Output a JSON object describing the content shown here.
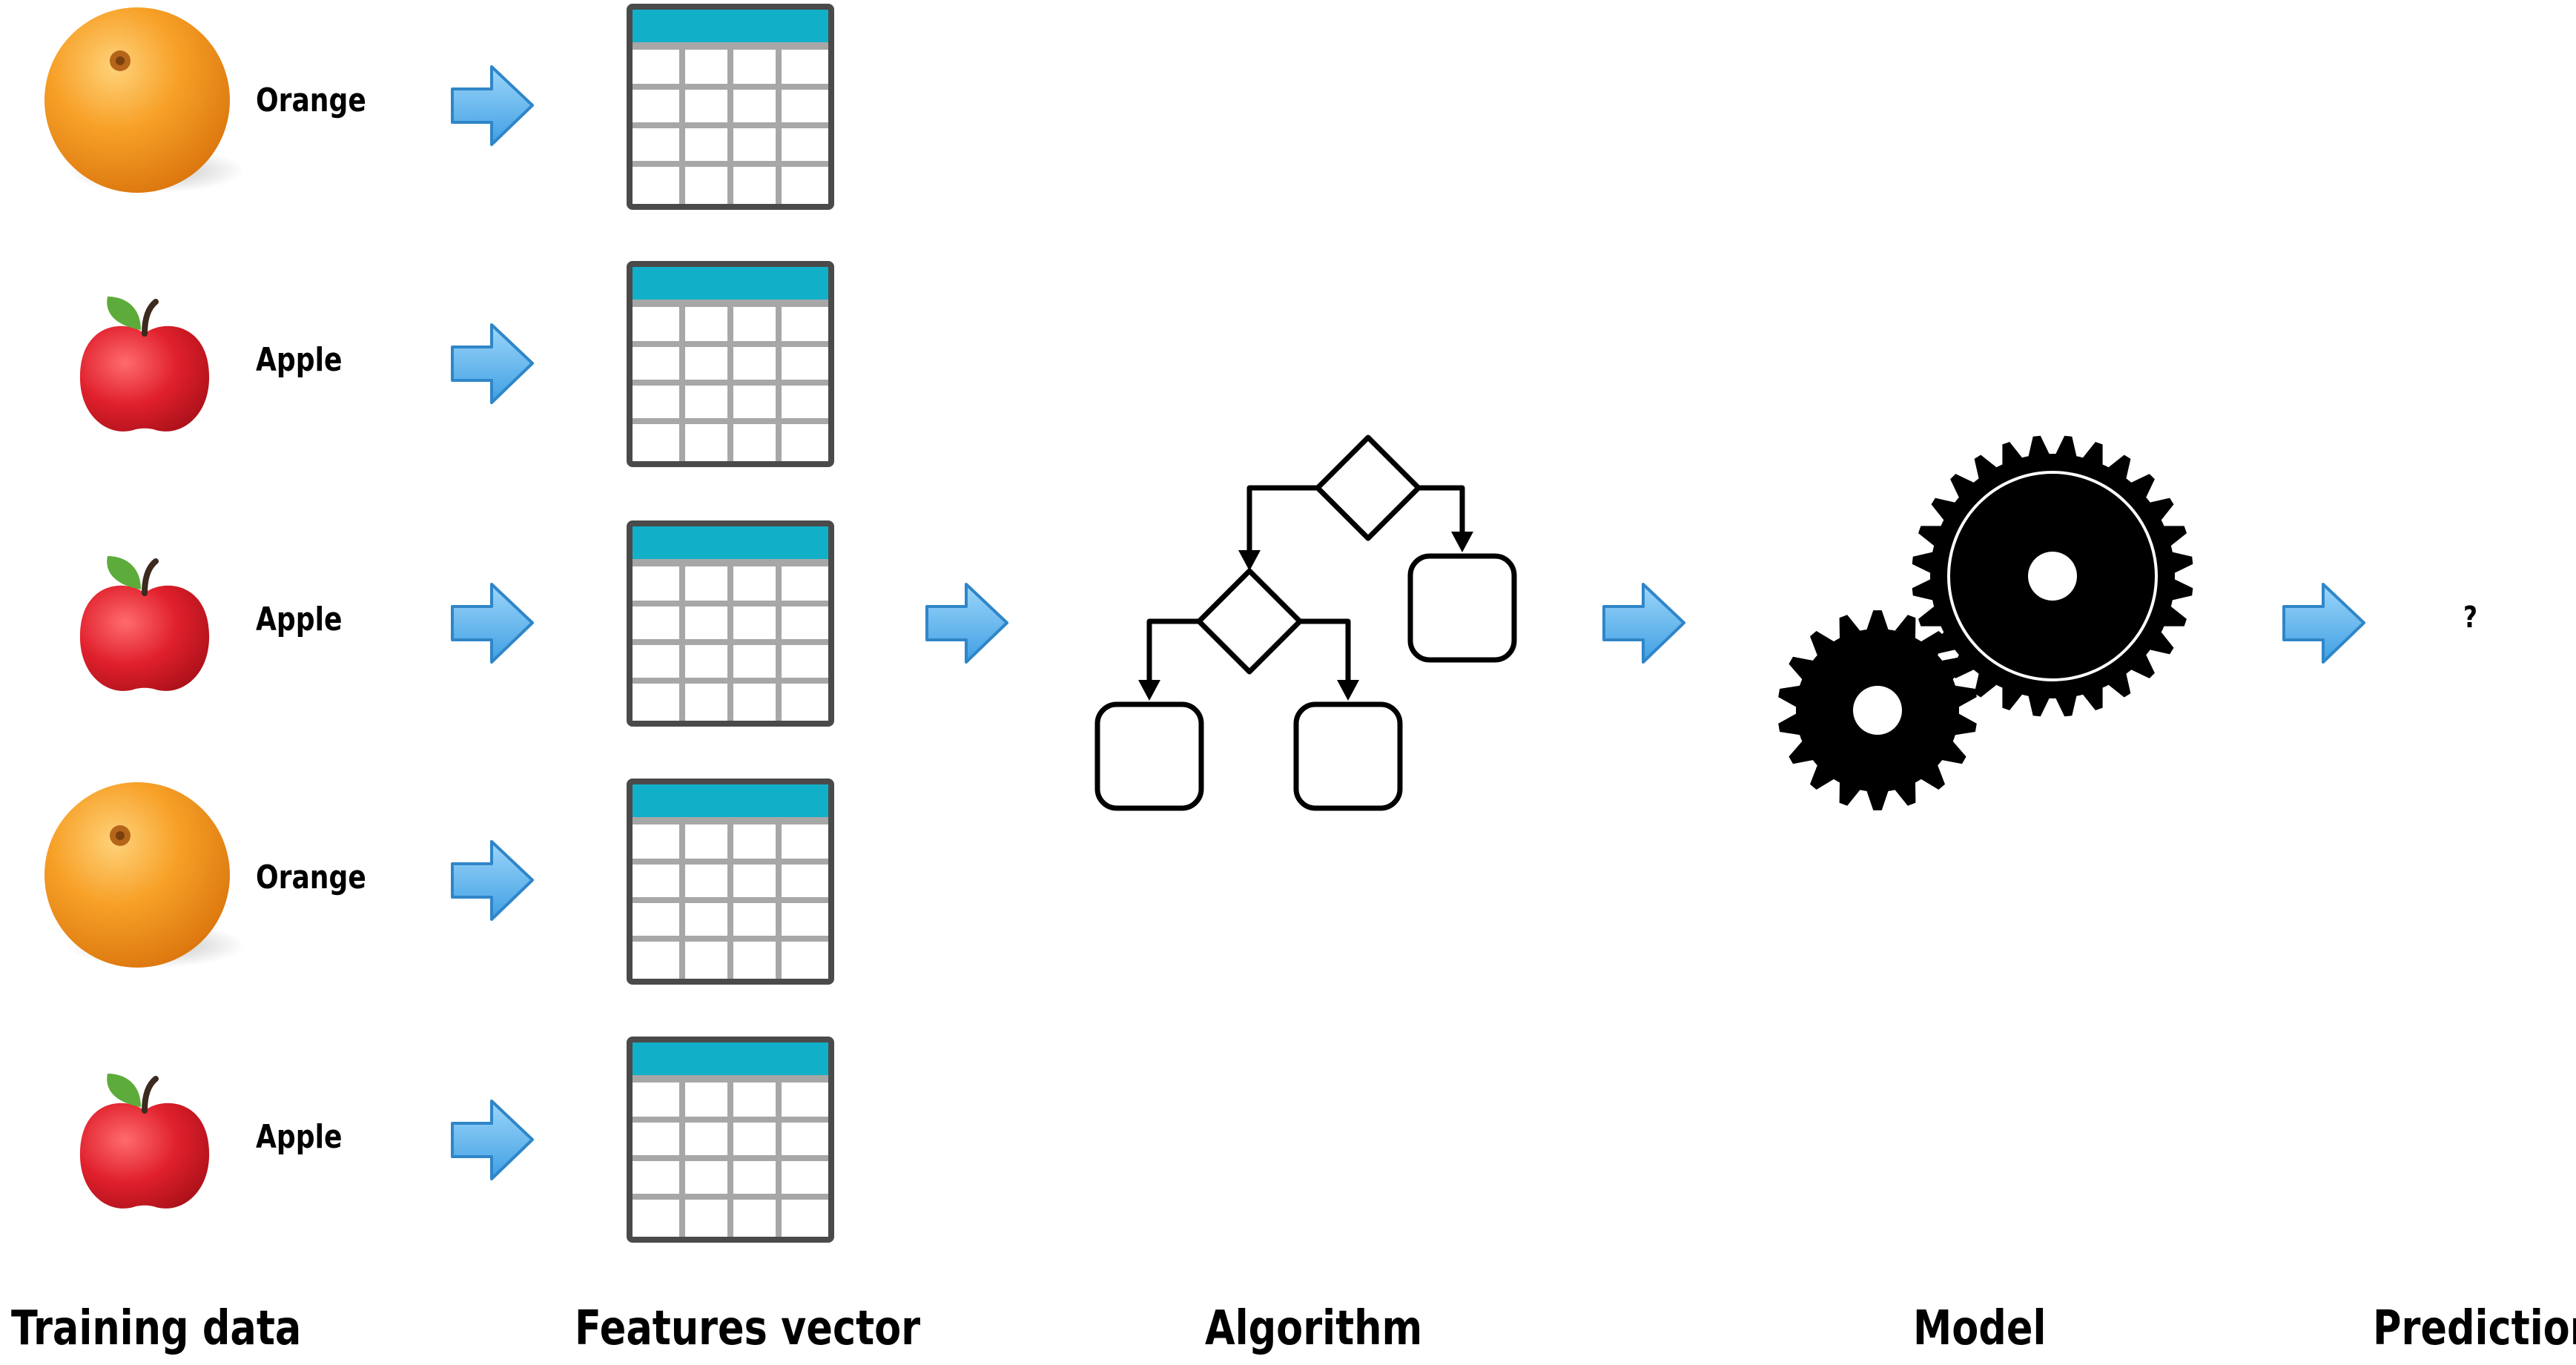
{
  "training_items": [
    {
      "fruit": "orange",
      "label": "Orange"
    },
    {
      "fruit": "apple",
      "label": "Apple"
    },
    {
      "fruit": "apple",
      "label": "Apple"
    },
    {
      "fruit": "orange",
      "label": "Orange"
    },
    {
      "fruit": "apple",
      "label": "Apple"
    }
  ],
  "column_labels": {
    "training_data": "Training data",
    "features_vector": "Features vector",
    "algorithm": "Algorithm",
    "model": "Model",
    "prediction": "Prediction"
  },
  "prediction_value": "?",
  "colors": {
    "arrow_fill": "#5fb6ee",
    "arrow_stroke": "#2f86c8",
    "table_header": "#12b0c8",
    "table_border": "#4a4a4a",
    "table_grid": "#a7a7a7",
    "orange": "#f39a1e",
    "apple": "#d8202e",
    "gear": "#000000"
  },
  "icons": {
    "fruit_orange": "orange-fruit-icon",
    "fruit_apple": "apple-fruit-icon",
    "arrow": "right-arrow-icon",
    "feature_table": "feature-table-icon",
    "algorithm": "decision-tree-icon",
    "model": "gears-icon"
  }
}
